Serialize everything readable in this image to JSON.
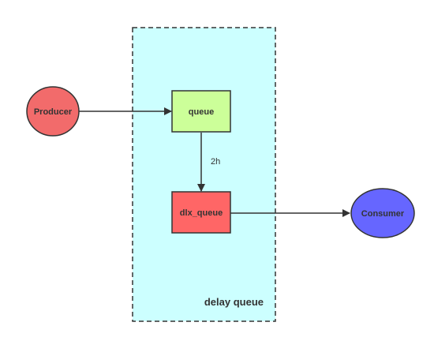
{
  "diagram": {
    "container": {
      "label": "delay queue"
    },
    "nodes": {
      "producer": {
        "label": "Producer"
      },
      "queue": {
        "label": "queue"
      },
      "dlx_queue": {
        "label": "dlx_queue"
      },
      "consumer": {
        "label": "Consumer"
      }
    },
    "edges": {
      "queue_to_dlx": {
        "label": "2h"
      }
    },
    "colors": {
      "container_fill": "#ccffff",
      "container_border": "#333333",
      "producer_fill": "#f26b6b",
      "queue_fill": "#ccff99",
      "dlx_fill": "#ff6666",
      "consumer_fill": "#6666ff",
      "stroke": "#333333"
    }
  }
}
